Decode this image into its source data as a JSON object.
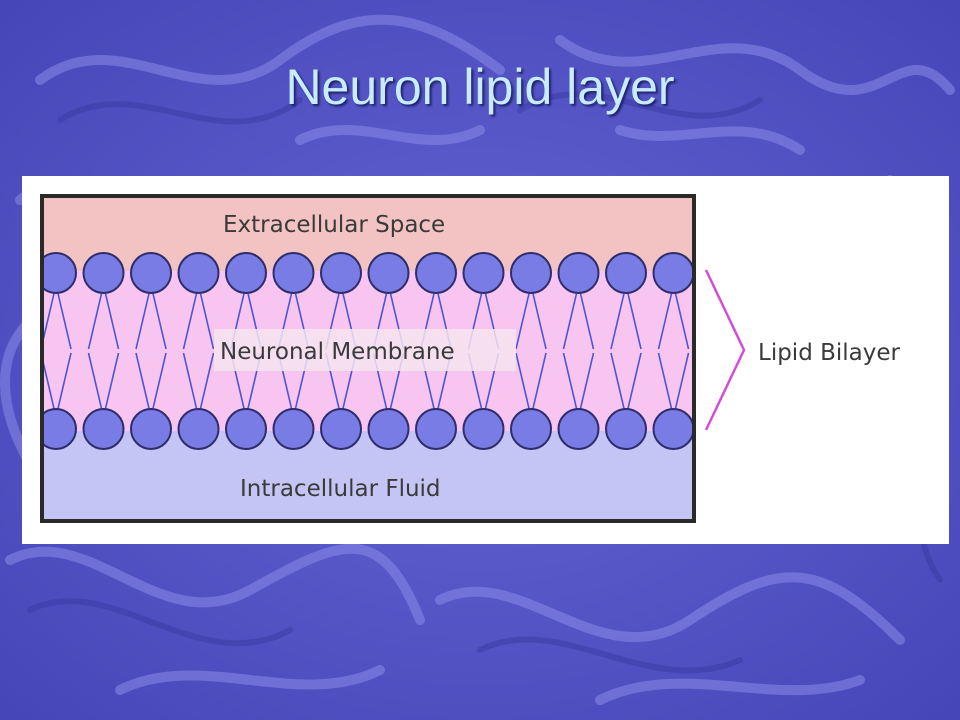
{
  "slide": {
    "title": "Neuron lipid layer"
  },
  "diagram": {
    "regions": {
      "top": "Extracellular Space",
      "middle": "Neuronal Membrane",
      "bottom": "Intracellular Fluid"
    },
    "bracket_label": "Lipid Bilayer",
    "colors": {
      "extracellular": "#f3c3c3",
      "membrane": "#f8c4f0",
      "intracellular": "#c5c5f5",
      "lipid_head": "#7a7ce6",
      "lipid_tail": "#4a55d6",
      "bracket": "#d24ed8",
      "border": "#2a2a2a"
    },
    "lipid_heads_per_row": 14
  }
}
